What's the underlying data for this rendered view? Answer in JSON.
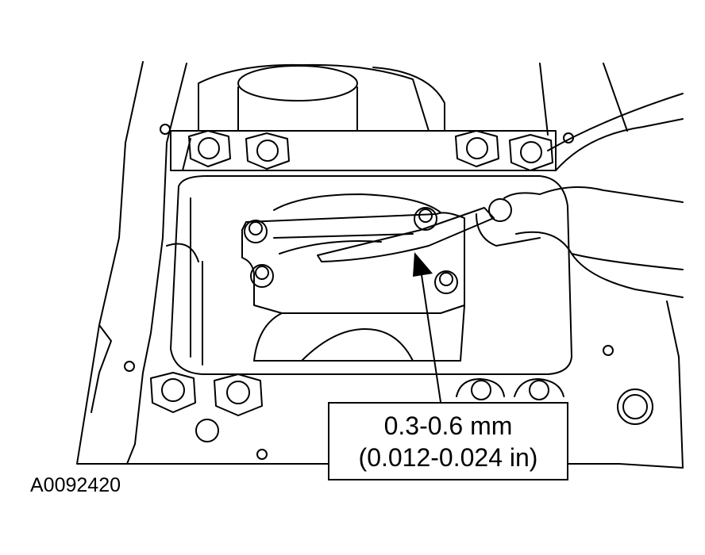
{
  "figure": {
    "id": "A0092420",
    "callout": {
      "metric": "0.3-0.6 mm",
      "imperial": "(0.012-0.024 in)"
    }
  }
}
